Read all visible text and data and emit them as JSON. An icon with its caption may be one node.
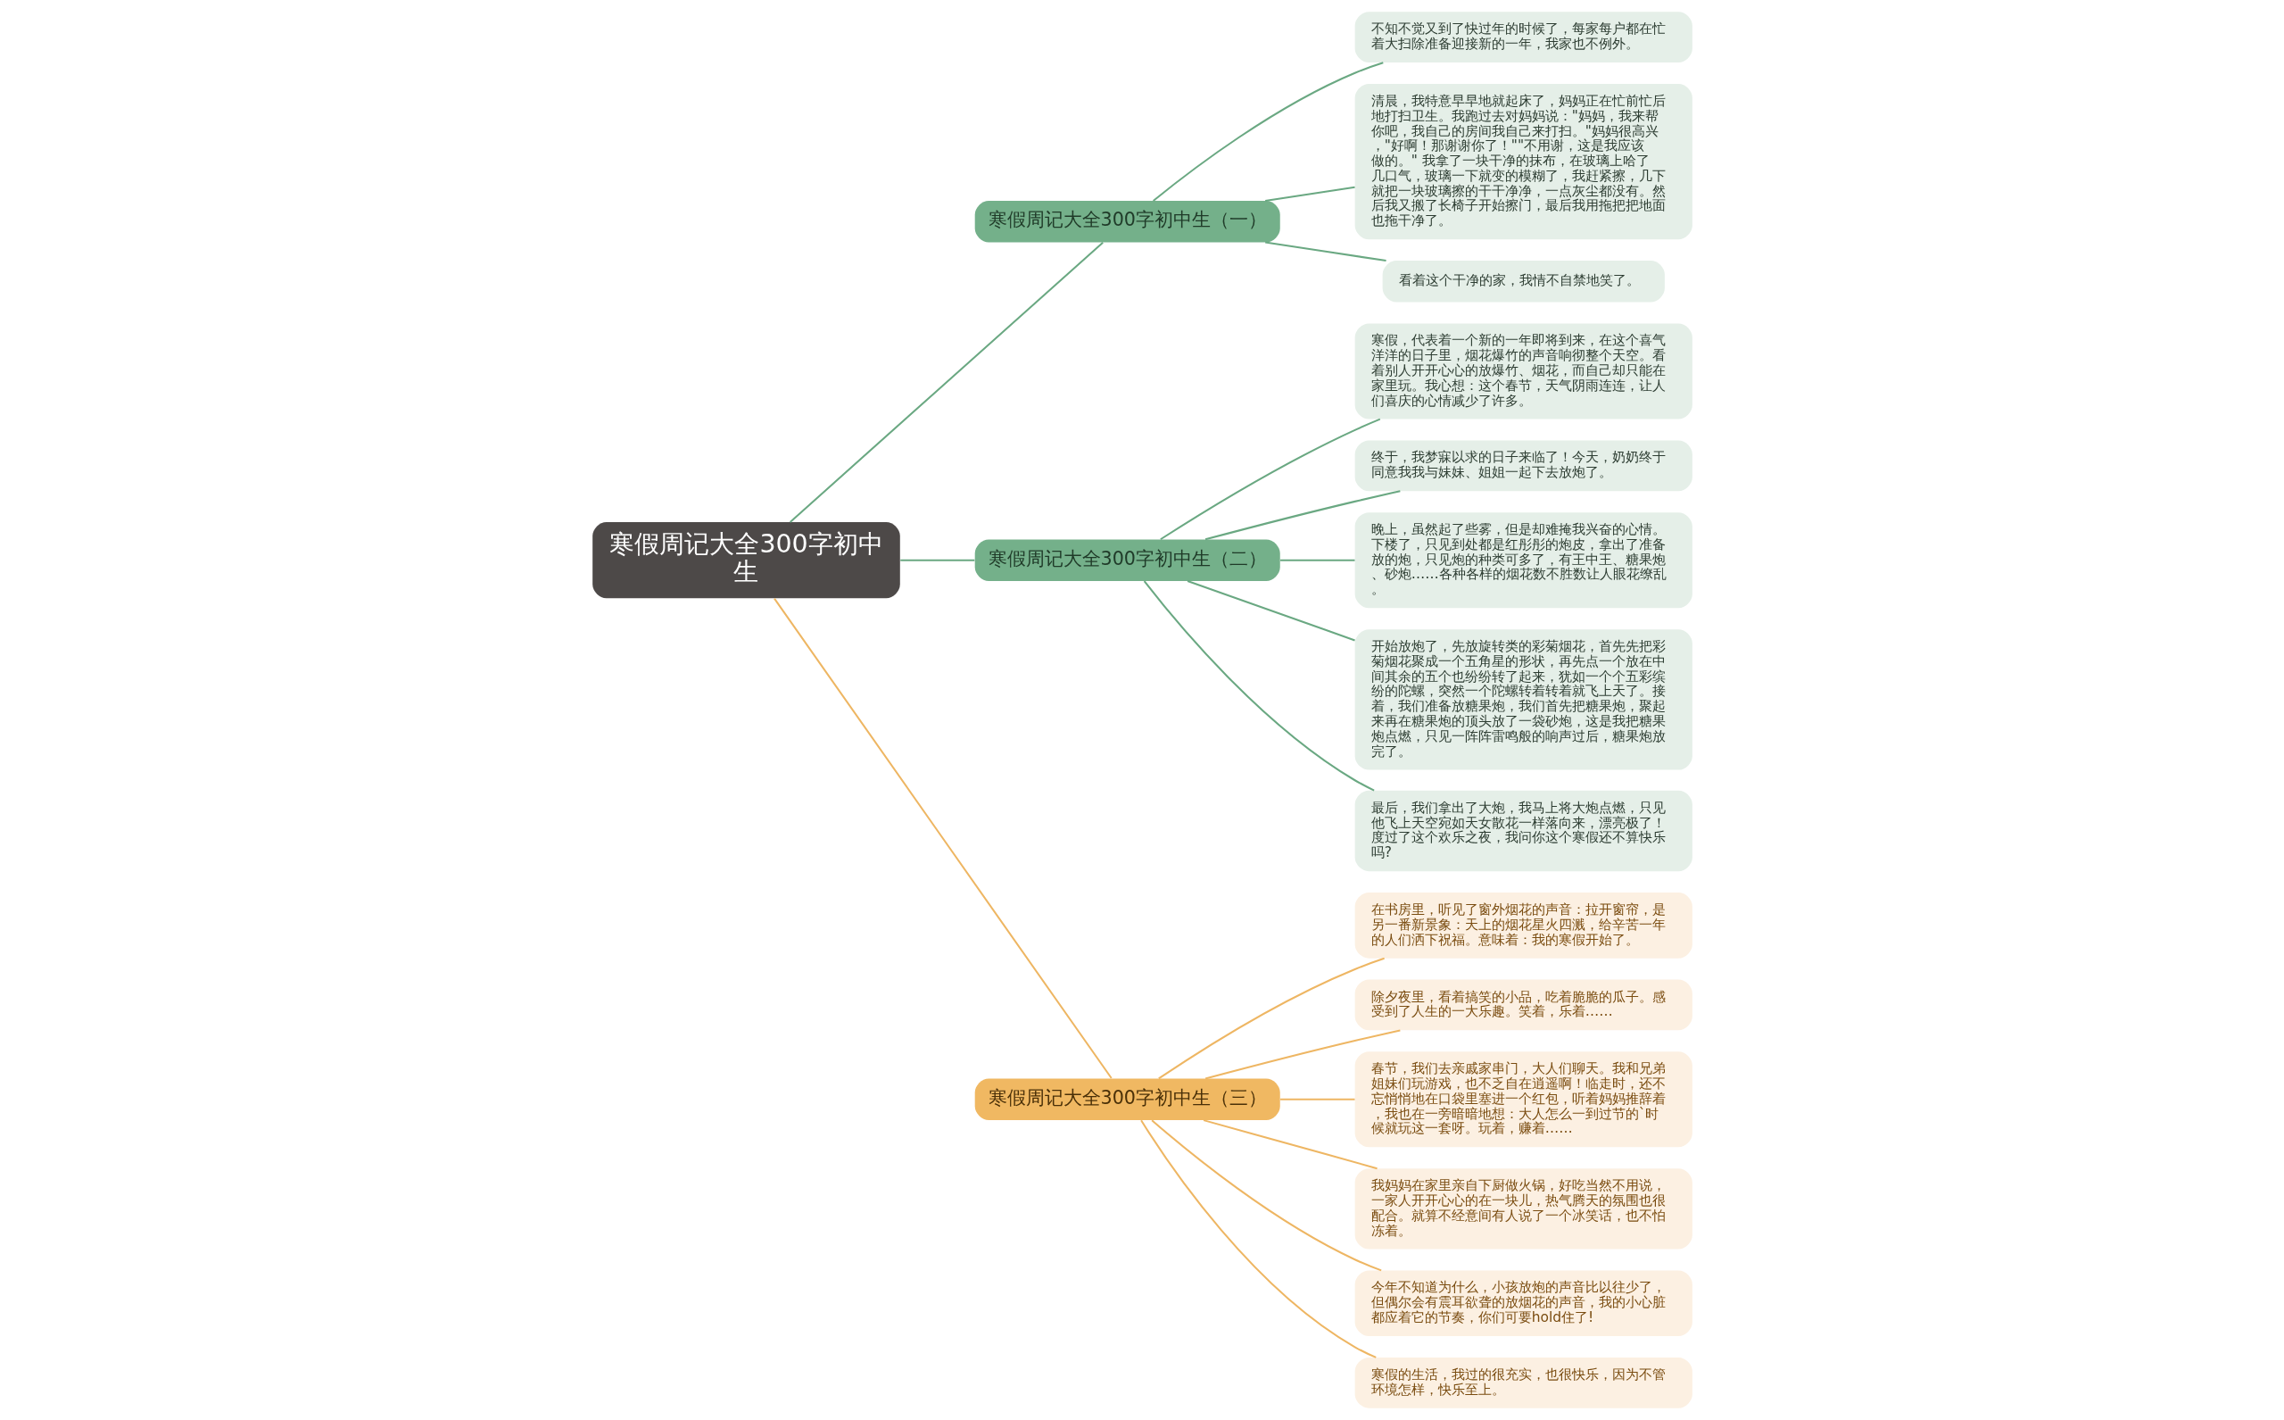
{
  "diagram": {
    "nodes": [
      {
        "text": [
          "寒假周记大全300字初中生"
        ]
      },
      {
        "text": [
          "寒假周记大全300字初中生（一）"
        ]
      },
      {
        "text": [
          "不知不觉又到了快过年的时候了，每家每户都在忙着大扫除准备迎接新的一年，我家也不例外。"
        ]
      },
      {
        "text": [
          "清晨，我特意早早地就起床了，妈妈正在忙前忙后地打扫卫生。我跑过去对妈妈说：\"妈妈，我来帮你吧，我自己的房间我自己来打扫。\"妈妈很高兴，\"好啊！那谢谢你了！\"\"不用谢，这是我应该做的。\" 我拿了一块干净的抹布，在玻璃上哈了几口气，玻璃一下就变的模糊了，我赶紧擦，几下就把一块玻璃擦的干干净净，一点灰尘都没有。然后我又搬了长椅子开始擦门，最后我用拖把把地面也拖干净了。"
        ]
      },
      {
        "text": [
          "看着这个干净的家，我情不自禁地笑了。"
        ]
      },
      {
        "text": [
          "寒假周记大全300字初中生（二）"
        ]
      },
      {
        "text": [
          "寒假，代表着一个新的一年即将到来，在这个喜气洋洋的日子里，烟花爆竹的声音响彻整个天空。看着别人开开心心的放爆竹、烟花，而自己却只能在家里玩。我心想：这个春节，天气阴雨连连，让人们喜庆的心情减少了许多。"
        ]
      },
      {
        "text": [
          "终于，我梦寐以求的日子来临了！今天，奶奶终于同意我我与妹妹、姐姐一起下去放炮了。"
        ]
      },
      {
        "text": [
          "晚上，虽然起了些雾，但是却难掩我兴奋的心情。下楼了，只见到处都是红彤彤的炮皮，拿出了准备放的炮，只见炮的种类可多了，有王中王、糖果炮、砂炮……各种各样的烟花数不胜数让人眼花缭乱。"
        ]
      },
      {
        "text": [
          "开始放炮了，先放旋转类的彩菊烟花，首先先把彩菊烟花聚成一个五角星的形状，再先点一个放在中间其余的五个也纷纷转了起来，犹如一个个五彩缤纷的陀螺，突然一个陀螺转着转着就飞上天了。接着，我们准备放糖果炮，我们首先把糖果炮，聚起来再在糖果炮的顶头放了一袋砂炮，这是我把糖果炮点燃，只见一阵阵雷鸣般的响声过后，糖果炮放完了。"
        ]
      },
      {
        "text": [
          "最后，我们拿出了大炮，我马上将大炮点燃，只见他飞上天空宛如天女散花一样落向来，漂亮极了！度过了这个欢乐之夜，我问你这个寒假还不算快乐吗?"
        ]
      },
      {
        "text": [
          "寒假周记大全300字初中生（三）"
        ]
      },
      {
        "text": [
          "在书房里，听见了窗外烟花的声音：拉开窗帘，是另一番新景象：天上的烟花星火四溅，给辛苦一年的人们洒下祝福。意味着：我的寒假开始了。"
        ]
      },
      {
        "text": [
          "除夕夜里，看着搞笑的小品，吃着脆脆的瓜子。感受到了人生的一大乐趣。笑着，乐着……"
        ]
      },
      {
        "text": [
          "春节，我们去亲戚家串门，大人们聊天。我和兄弟姐妹们玩游戏，也不乏自在逍遥啊！临走时，还不忘悄悄地在口袋里塞进一个红包，听着妈妈推辞着，我也在一旁暗暗地想：大人怎么一到过节的`时候就玩这一套呀。玩着，赚着……"
        ]
      },
      {
        "text": [
          "我妈妈在家里亲自下厨做火锅，好吃当然不用说，一家人开开心心的在一块儿，热气腾天的氛围也很配合。就算不经意间有人说了一个冰笑话，也不怕冻着。"
        ]
      },
      {
        "text": [
          "今年不知道为什么，小孩放炮的声音比以往少了，但偶尔会有震耳欲聋的放烟花的声音，我的小心脏都应着它的节奏，你们可要hold住了!"
        ]
      },
      {
        "text": [
          "寒假的生活，我过的很充实，也很快乐，因为不管环境怎样，快乐至上。"
        ]
      }
    ],
    "edges": [
      {
        "from": 0,
        "to": 1,
        "arrow": "none"
      },
      {
        "from": 1,
        "to": 2,
        "arrow": "none"
      },
      {
        "from": 1,
        "to": 3,
        "arrow": "none"
      },
      {
        "from": 1,
        "to": 4,
        "arrow": "none"
      },
      {
        "from": 0,
        "to": 5,
        "arrow": "none"
      },
      {
        "from": 5,
        "to": 6,
        "arrow": "none"
      },
      {
        "from": 5,
        "to": 7,
        "arrow": "none"
      },
      {
        "from": 5,
        "to": 8,
        "arrow": "none"
      },
      {
        "from": 5,
        "to": 9,
        "arrow": "none"
      },
      {
        "from": 5,
        "to": 10,
        "arrow": "none"
      },
      {
        "from": 0,
        "to": 11,
        "arrow": "none",
        "color": "#eeb663"
      },
      {
        "from": 11,
        "to": 12,
        "arrow": "none",
        "color": "#eeb663"
      },
      {
        "from": 11,
        "to": 13,
        "arrow": "none",
        "color": "#eeb663"
      },
      {
        "from": 11,
        "to": 14,
        "arrow": "none",
        "color": "#eeb663"
      },
      {
        "from": 11,
        "to": 15,
        "arrow": "none",
        "color": "#eeb663"
      },
      {
        "from": 11,
        "to": 16,
        "arrow": "none",
        "color": "#eeb663"
      },
      {
        "from": 11,
        "to": 17,
        "arrow": "none",
        "color": "#eeb663"
      }
    ]
  }
}
